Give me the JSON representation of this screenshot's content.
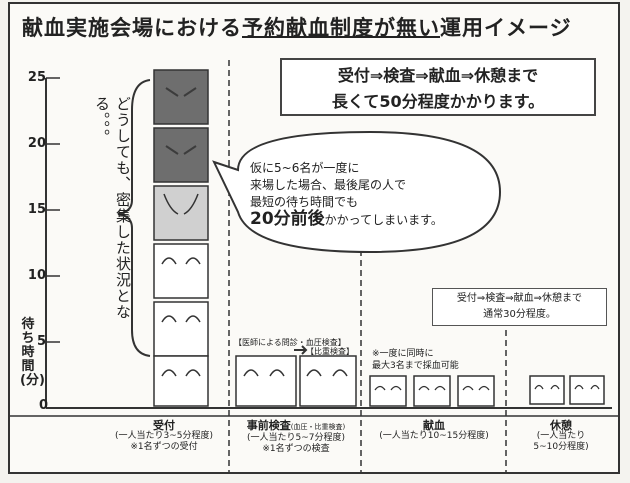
{
  "title": {
    "part1": "献血実施会場における",
    "underlined1": "予約献血制度が無い",
    "part2": "運用イメージ"
  },
  "top_box": {
    "line1": "受付⇒検査⇒献血⇒休憩まで",
    "line2": "長くて50分程度かかります。"
  },
  "side_note": "どうしても、密集した状況となる。。。",
  "bubble": {
    "line1": "仮に5~6名が一度に",
    "line2": "来場した場合、最後尾の人で",
    "line3": "最短の待ち時間でも",
    "emph": "20分前後",
    "tail": "かかってしまいます。"
  },
  "y_axis": {
    "label": "待ち時間(分)",
    "ticks": [
      "25",
      "20",
      "15",
      "10",
      "5",
      "0"
    ]
  },
  "pre_check_labels": {
    "left": "【医師による問診・血圧検査】",
    "right": "【比重検査】"
  },
  "donation_note": {
    "line1": "※一度に同時に",
    "line2": "最大3名まで採血可能"
  },
  "small_box": {
    "line1": "受付⇒検査⇒献血⇒休憩まで",
    "line2": "通常30分程度。"
  },
  "categories": [
    {
      "main": "受付",
      "sub1": "(一人当たり3~5分程度)",
      "sub2": "※1名ずつの受付"
    },
    {
      "main": "事前検査",
      "main_suffix": "(血圧・比重検査)",
      "sub1": "(一人当たり5~7分程度)",
      "sub2": "※1名ずつの検査"
    },
    {
      "main": "献血",
      "sub1": "(一人当たり10~15分程度)",
      "sub2": ""
    },
    {
      "main": "休憩",
      "sub1": "(一人当たり",
      "sub2": "5~10分程度)"
    }
  ],
  "colors": {
    "dark_box": "#6e6e6e",
    "light_box": "#d0d0d0",
    "line": "#333333"
  }
}
